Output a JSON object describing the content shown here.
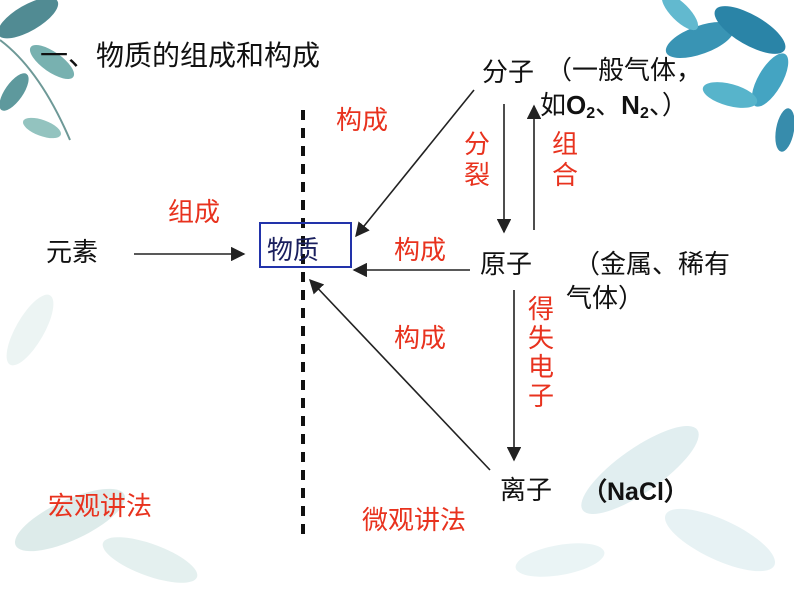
{
  "title": "一、物质的组成和构成",
  "nodes": {
    "element": "元素",
    "matter": "物质",
    "molecule": "分子",
    "molecule_note_1": "（一般气体，",
    "molecule_note_2a": "如",
    "o2": "O",
    "n2": "N",
    "sub2": "2",
    "sep": "、",
    "close": "、）",
    "atom": "原子",
    "atom_note_1": "（金属、稀有",
    "atom_note_2": "气体）",
    "ion": "离子",
    "ion_note": "（NaCl）"
  },
  "labels": {
    "compose": "组成",
    "construct_top": "构成",
    "construct_mid": "构成",
    "construct_bottom": "构成",
    "split": "分裂",
    "combine": "组合",
    "gain_lose": "得失电子",
    "macro": "宏观讲法",
    "micro": "微观讲法"
  },
  "colors": {
    "accent": "#e8321e",
    "box_border": "#2233aa",
    "text": "#111111"
  }
}
